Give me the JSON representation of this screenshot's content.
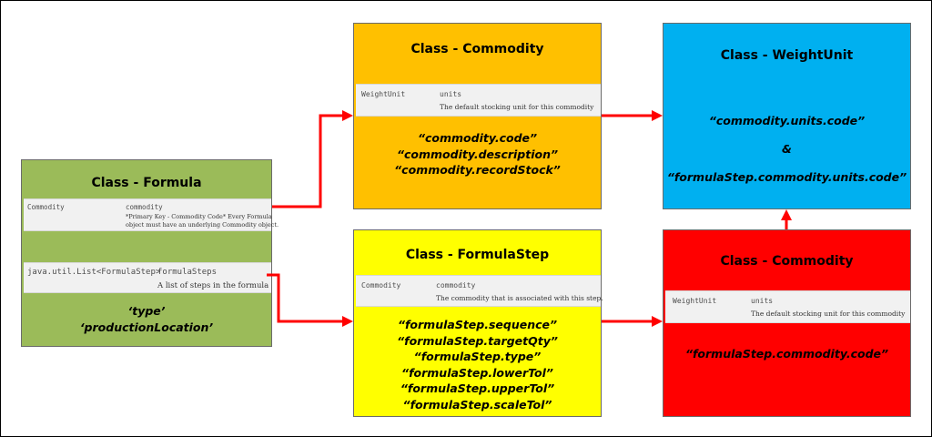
{
  "formula": {
    "title": "Class - Formula",
    "field1": {
      "type": "Commodity",
      "name": "commodity",
      "desc_line1": "*Primary Key - Commodity Code* Every Formula",
      "desc_line2": "object must have an underlying Commodity object."
    },
    "field2": {
      "type": "java.util.List<FormulaStep>",
      "name": "formulaSteps",
      "desc": "A list of steps in the formula"
    },
    "properties": [
      "‘type’",
      "‘productionLocation’"
    ],
    "color": "#9bbb59"
  },
  "commodity_top": {
    "title": "Class - Commodity",
    "field": {
      "type": "WeightUnit",
      "name": "units",
      "desc": "The default stocking unit for this commodity"
    },
    "properties": [
      "“commodity.code”",
      "“commodity.description”",
      "“commodity.recordStock”"
    ],
    "color": "#ffc000"
  },
  "formula_step": {
    "title": "Class - FormulaStep",
    "field": {
      "type": "Commodity",
      "name": "commodity",
      "desc": "The commodity that is associated with this step."
    },
    "properties": [
      "“formulaStep.sequence”",
      "“formulaStep.targetQty”",
      "“formulaStep.type”",
      "“formulaStep.lowerTol”",
      "“formulaStep.upperTol”",
      "“formulaStep.scaleTol”"
    ],
    "color": "#ffff00"
  },
  "weight_unit": {
    "title": "Class - WeightUnit",
    "properties": [
      "“commodity.units.code”",
      "&",
      "“formulaStep.commodity.units.code”"
    ],
    "color": "#00b0f0"
  },
  "commodity_bottom": {
    "title": "Class - Commodity",
    "field": {
      "type": "WeightUnit",
      "name": "units",
      "desc": "The default stocking unit for this commodity"
    },
    "properties": [
      "“formulaStep.commodity.code”"
    ],
    "color": "#ff0000"
  },
  "arrow_color": "#ff0000"
}
